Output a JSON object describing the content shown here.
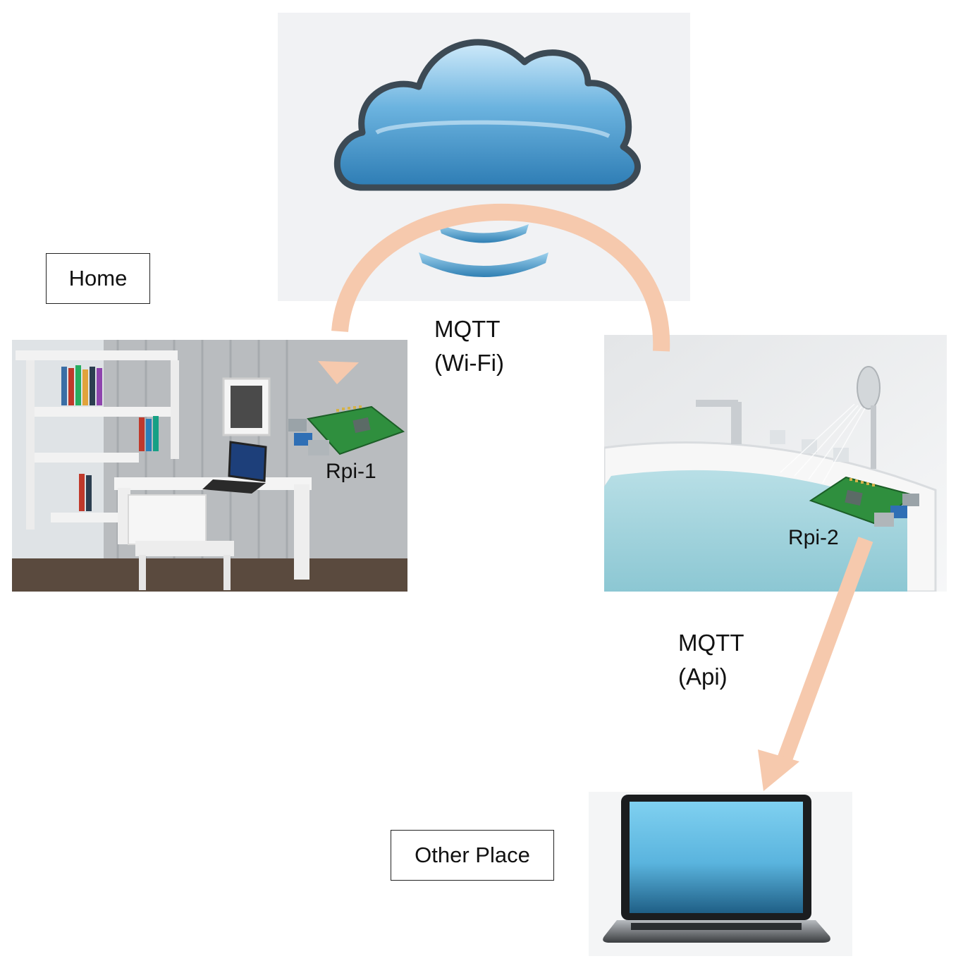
{
  "labels": {
    "home": "Home",
    "other_place": "Other Place"
  },
  "links": {
    "wifi_protocol": "MQTT",
    "wifi_medium": "(Wi-Fi)",
    "api_protocol": "MQTT",
    "api_medium": "(Api)"
  },
  "devices": {
    "rpi1": "Rpi-1",
    "rpi2": "Rpi-2"
  },
  "icons": {
    "cloud": "cloud-icon",
    "wifi": "wifi-signal-icon",
    "laptop": "laptop-icon",
    "board": "raspberry-pi-board-icon"
  },
  "colors": {
    "arrow": "#f6c9ad",
    "cloud_blue": "#4f9fd1",
    "water": "#a9d6df"
  }
}
